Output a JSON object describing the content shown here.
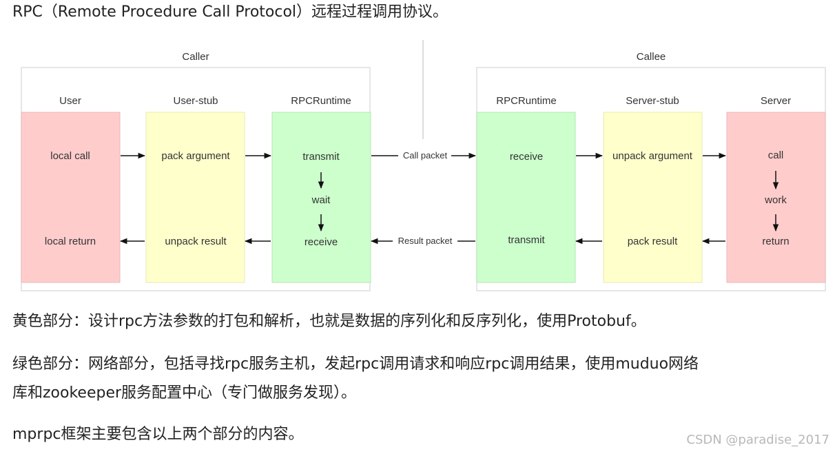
{
  "title": "RPC（Remote Procedure Call Protocol）远程过程调用协议。",
  "diagram": {
    "caller_label": "Caller",
    "callee_label": "Callee",
    "colors": {
      "red": "#ffcccc",
      "yellow": "#ffffcc",
      "green": "#ccffcc",
      "border": "#dddddd"
    },
    "columns": {
      "user": {
        "label": "User",
        "top": "local call",
        "bottom": "local return"
      },
      "user_stub": {
        "label": "User-stub",
        "top": "pack argument",
        "bottom": "unpack result"
      },
      "caller_runtime": {
        "label": "RPCRuntime",
        "top": "transmit",
        "mid": "wait",
        "bottom": "receive"
      },
      "callee_runtime": {
        "label": "RPCRuntime",
        "top": "receive",
        "bottom": "transmit"
      },
      "server_stub": {
        "label": "Server-stub",
        "top": "unpack argument",
        "bottom": "pack result"
      },
      "server": {
        "label": "Server",
        "top": "call",
        "mid": "work",
        "bottom": "return"
      }
    },
    "call_packet": "Call packet",
    "result_packet": "Result packet"
  },
  "paragraphs": {
    "yellow_part": "黄色部分：设计rpc方法参数的打包和解析，也就是数据的序列化和反序列化，使用Protobuf。",
    "green_part_line1": "绿色部分：网络部分，包括寻找rpc服务主机，发起rpc调用请求和响应rpc调用结果，使用muduo网络",
    "green_part_line2": "库和zookeeper服务配置中心（专门做服务发现）。",
    "summary": "mprpc框架主要包含以上两个部分的内容。"
  },
  "watermark": "CSDN @paradise_2017"
}
